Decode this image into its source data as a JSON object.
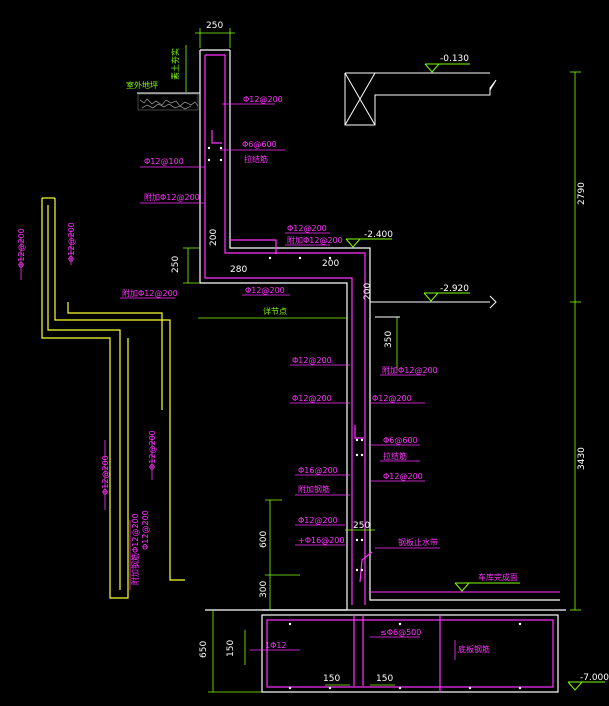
{
  "dimensions": {
    "top_width": "250",
    "right_upper": "2790",
    "right_lower": "3430",
    "left_250": "250",
    "left_600": "600",
    "left_300": "300",
    "left_650": "650",
    "d_150_left": "150",
    "d_150_bottom": "150",
    "d_150_right": "150",
    "d_350": "350",
    "d_250_mid": "250",
    "d_280": "280",
    "d_200_a": "200",
    "d_200_b": "200",
    "d_200_c": "200"
  },
  "levels": {
    "l1": "-0.130",
    "l2": "-2.400",
    "l3": "-2.920",
    "l4": "-7.000"
  },
  "labels": {
    "ground": "室外地坪",
    "soil": "素土夯实",
    "r_phi12_200_a": "Φ12@200",
    "r_phi6_600_a": "Φ6@600",
    "tie_a": "拉结筋",
    "r_phi12_100": "Φ12@100",
    "r_add_a": "附加Φ12@200",
    "r_phi12_200_b": "Φ12@200",
    "r_add_b": "附加Φ12@200",
    "r_phi12_200_c": "Φ12@200",
    "dim_note": "详节点",
    "r_phi12_200_d": "Φ12@200",
    "r_add_c": "附加Φ12@200",
    "r_phi12_200_e": "Φ12@200",
    "r_phi12_200_f": "Φ12@200",
    "r_phi6_600_b": "Φ6@600",
    "tie_b": "拉结筋",
    "r_phi12_200_g": "Φ12@200",
    "r_phi16_a": "Φ16@200",
    "r_add_d": "附加钢筋",
    "r_phi12_200_h": "Φ12@200",
    "r_phi16_b": "+Φ16@200",
    "waterstop": "钢板止水带",
    "floor": "车库完成面",
    "r_1phi12": "1Φ12",
    "r_phi6_500": "≤Φ6@500",
    "base_note": "底板钢筋",
    "l_phi12_200_a": "Φ12@200",
    "l_phi12_200_b": "Φ12@200",
    "l_add": "附加Φ12@200",
    "l_phi12_200_c": "Φ12@200",
    "l_phi12_200_d": "Φ12@200",
    "l_phi12_200_e": "Φ12@200",
    "l_add_bottom": "附加钢筋Φ12@200"
  }
}
